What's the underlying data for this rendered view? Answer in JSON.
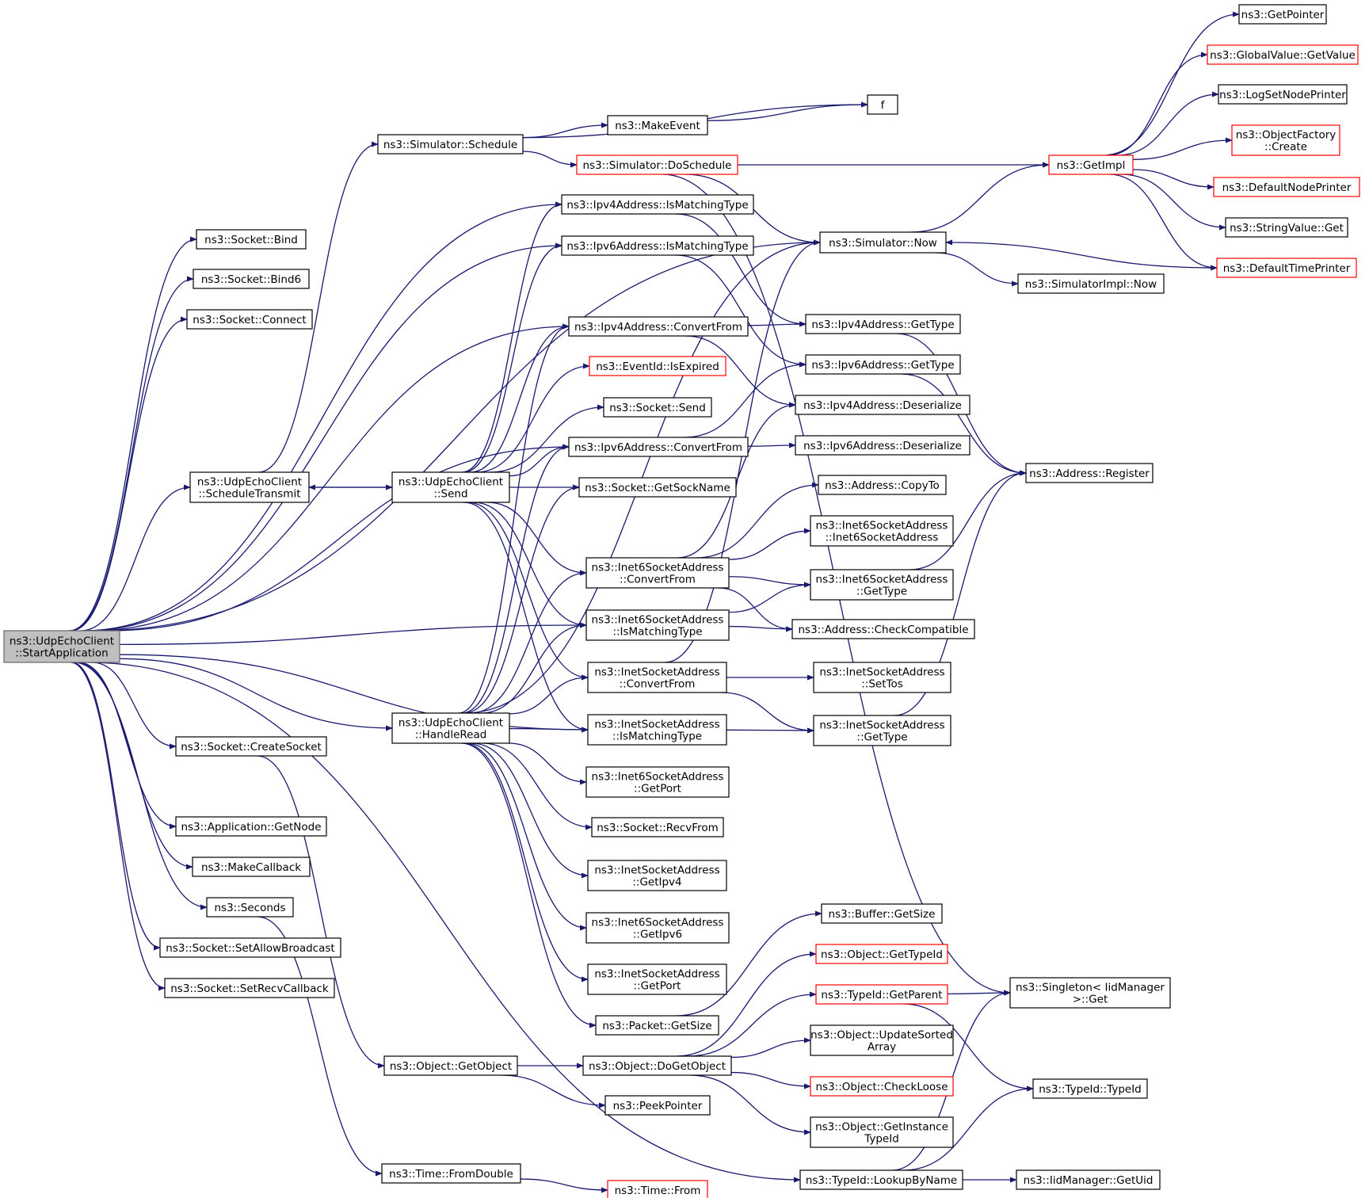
{
  "nodes": [
    {
      "id": "root",
      "label": [
        "ns3::UdpEchoClient",
        "::StartApplication"
      ],
      "style": "root"
    },
    {
      "id": "sched_tx",
      "label": [
        "ns3::UdpEchoClient",
        "::ScheduleTransmit"
      ]
    },
    {
      "id": "send",
      "label": [
        "ns3::UdpEchoClient",
        "::Send"
      ]
    },
    {
      "id": "handle",
      "label": [
        "ns3::UdpEchoClient",
        "::HandleRead"
      ]
    },
    {
      "id": "bind",
      "label": [
        "ns3::Socket::Bind"
      ]
    },
    {
      "id": "bind6",
      "label": [
        "ns3::Socket::Bind6"
      ]
    },
    {
      "id": "connect",
      "label": [
        "ns3::Socket::Connect"
      ]
    },
    {
      "id": "createsock",
      "label": [
        "ns3::Socket::CreateSocket"
      ]
    },
    {
      "id": "getnode",
      "label": [
        "ns3::Application::GetNode"
      ]
    },
    {
      "id": "makecb",
      "label": [
        "ns3::MakeCallback"
      ]
    },
    {
      "id": "seconds",
      "label": [
        "ns3::Seconds"
      ]
    },
    {
      "id": "allowbc",
      "label": [
        "ns3::Socket::SetAllowBroadcast"
      ]
    },
    {
      "id": "recvcb",
      "label": [
        "ns3::Socket::SetRecvCallback"
      ]
    },
    {
      "id": "simsched",
      "label": [
        "ns3::Simulator::Schedule"
      ]
    },
    {
      "id": "f",
      "label": [
        "f"
      ]
    },
    {
      "id": "makeevent",
      "label": [
        "ns3::MakeEvent"
      ]
    },
    {
      "id": "dosched",
      "label": [
        "ns3::Simulator::DoSchedule"
      ],
      "style": "red"
    },
    {
      "id": "v4match",
      "label": [
        "ns3::Ipv4Address::IsMatchingType"
      ]
    },
    {
      "id": "v6match",
      "label": [
        "ns3::Ipv6Address::IsMatchingType"
      ]
    },
    {
      "id": "v4conv",
      "label": [
        "ns3::Ipv4Address::ConvertFrom"
      ]
    },
    {
      "id": "expired",
      "label": [
        "ns3::EventId::IsExpired"
      ],
      "style": "red"
    },
    {
      "id": "socksend",
      "label": [
        "ns3::Socket::Send"
      ]
    },
    {
      "id": "v6conv",
      "label": [
        "ns3::Ipv6Address::ConvertFrom"
      ]
    },
    {
      "id": "getsockname",
      "label": [
        "ns3::Socket::GetSockName"
      ]
    },
    {
      "id": "i6conv",
      "label": [
        "ns3::Inet6SocketAddress",
        "::ConvertFrom"
      ]
    },
    {
      "id": "i6match",
      "label": [
        "ns3::Inet6SocketAddress",
        "::IsMatchingType"
      ]
    },
    {
      "id": "iconv",
      "label": [
        "ns3::InetSocketAddress",
        "::ConvertFrom"
      ]
    },
    {
      "id": "imatch",
      "label": [
        "ns3::InetSocketAddress",
        "::IsMatchingType"
      ]
    },
    {
      "id": "i6port",
      "label": [
        "ns3::Inet6SocketAddress",
        "::GetPort"
      ]
    },
    {
      "id": "recvfrom",
      "label": [
        "ns3::Socket::RecvFrom"
      ]
    },
    {
      "id": "igetipv4",
      "label": [
        "ns3::InetSocketAddress",
        "::GetIpv4"
      ]
    },
    {
      "id": "i6getipv6",
      "label": [
        "ns3::Inet6SocketAddress",
        "::GetIpv6"
      ]
    },
    {
      "id": "iport",
      "label": [
        "ns3::InetSocketAddress",
        "::GetPort"
      ]
    },
    {
      "id": "pktsize",
      "label": [
        "ns3::Packet::GetSize"
      ]
    },
    {
      "id": "getobject",
      "label": [
        "ns3::Object::GetObject"
      ]
    },
    {
      "id": "dogetobject",
      "label": [
        "ns3::Object::DoGetObject"
      ]
    },
    {
      "id": "peek",
      "label": [
        "ns3::PeekPointer"
      ]
    },
    {
      "id": "fromdouble",
      "label": [
        "ns3::Time::FromDouble"
      ]
    },
    {
      "id": "timefrom",
      "label": [
        "ns3::Time::From"
      ],
      "style": "red"
    },
    {
      "id": "now",
      "label": [
        "ns3::Simulator::Now"
      ]
    },
    {
      "id": "v4type",
      "label": [
        "ns3::Ipv4Address::GetType"
      ]
    },
    {
      "id": "v6type",
      "label": [
        "ns3::Ipv6Address::GetType"
      ]
    },
    {
      "id": "v4deser",
      "label": [
        "ns3::Ipv4Address::Deserialize"
      ]
    },
    {
      "id": "v6deser",
      "label": [
        "ns3::Ipv6Address::Deserialize"
      ]
    },
    {
      "id": "copyto",
      "label": [
        "ns3::Address::CopyTo"
      ]
    },
    {
      "id": "i6ctor",
      "label": [
        "ns3::Inet6SocketAddress",
        "::Inet6SocketAddress"
      ]
    },
    {
      "id": "i6type",
      "label": [
        "ns3::Inet6SocketAddress",
        "::GetType"
      ]
    },
    {
      "id": "checkcompat",
      "label": [
        "ns3::Address::CheckCompatible"
      ]
    },
    {
      "id": "settos",
      "label": [
        "ns3::InetSocketAddress",
        "::SetTos"
      ]
    },
    {
      "id": "itype",
      "label": [
        "ns3::InetSocketAddress",
        "::GetType"
      ]
    },
    {
      "id": "bufsize",
      "label": [
        "ns3::Buffer::GetSize"
      ]
    },
    {
      "id": "gettypeid",
      "label": [
        "ns3::Object::GetTypeId"
      ],
      "style": "red"
    },
    {
      "id": "getparent",
      "label": [
        "ns3::TypeId::GetParent"
      ],
      "style": "red"
    },
    {
      "id": "updsorted",
      "label": [
        "ns3::Object::UpdateSorted",
        "Array"
      ]
    },
    {
      "id": "checkloose",
      "label": [
        "ns3::Object::CheckLoose"
      ],
      "style": "red"
    },
    {
      "id": "getinst",
      "label": [
        "ns3::Object::GetInstance",
        "TypeId"
      ]
    },
    {
      "id": "lookup",
      "label": [
        "ns3::TypeId::LookupByName"
      ]
    },
    {
      "id": "getimpl",
      "label": [
        "ns3::GetImpl"
      ],
      "style": "red"
    },
    {
      "id": "implnow",
      "label": [
        "ns3::SimulatorImpl::Now"
      ]
    },
    {
      "id": "register",
      "label": [
        "ns3::Address::Register"
      ]
    },
    {
      "id": "singleton",
      "label": [
        "ns3::Singleton< IidManager",
        ">::Get"
      ]
    },
    {
      "id": "typeid",
      "label": [
        "ns3::TypeId::TypeId"
      ]
    },
    {
      "id": "getuid",
      "label": [
        "ns3::IidManager::GetUid"
      ]
    },
    {
      "id": "getpointer",
      "label": [
        "ns3::GetPointer"
      ]
    },
    {
      "id": "gvget",
      "label": [
        "ns3::GlobalValue::GetValue"
      ],
      "style": "red"
    },
    {
      "id": "lognode",
      "label": [
        "ns3::LogSetNodePrinter"
      ]
    },
    {
      "id": "objfact",
      "label": [
        "ns3::ObjectFactory",
        "::Create"
      ],
      "style": "red"
    },
    {
      "id": "defnode",
      "label": [
        "ns3::DefaultNodePrinter"
      ],
      "style": "red"
    },
    {
      "id": "strget",
      "label": [
        "ns3::StringValue::Get"
      ]
    },
    {
      "id": "deftime",
      "label": [
        "ns3::DefaultTimePrinter"
      ],
      "style": "red"
    }
  ],
  "edges": [
    [
      "root",
      "bind"
    ],
    [
      "root",
      "bind6"
    ],
    [
      "root",
      "connect"
    ],
    [
      "root",
      "createsock"
    ],
    [
      "root",
      "getnode"
    ],
    [
      "root",
      "makecb"
    ],
    [
      "root",
      "seconds"
    ],
    [
      "root",
      "allowbc"
    ],
    [
      "root",
      "recvcb"
    ],
    [
      "root",
      "sched_tx"
    ],
    [
      "root",
      "handle"
    ],
    [
      "root",
      "v4match"
    ],
    [
      "root",
      "v6match"
    ],
    [
      "root",
      "v4conv"
    ],
    [
      "root",
      "v6conv"
    ],
    [
      "root",
      "now"
    ],
    [
      "root",
      "i6match"
    ],
    [
      "root",
      "imatch"
    ],
    [
      "root",
      "lookup"
    ],
    [
      "sched_tx",
      "send"
    ],
    [
      "sched_tx",
      "simsched"
    ],
    [
      "send",
      "sched_tx"
    ],
    [
      "send",
      "v4match"
    ],
    [
      "send",
      "v6match"
    ],
    [
      "send",
      "v4conv"
    ],
    [
      "send",
      "expired"
    ],
    [
      "send",
      "socksend"
    ],
    [
      "send",
      "v6conv"
    ],
    [
      "send",
      "getsockname"
    ],
    [
      "send",
      "i6conv"
    ],
    [
      "send",
      "i6match"
    ],
    [
      "send",
      "iconv"
    ],
    [
      "send",
      "imatch"
    ],
    [
      "handle",
      "now"
    ],
    [
      "handle",
      "v4conv"
    ],
    [
      "handle",
      "v6conv"
    ],
    [
      "handle",
      "getsockname"
    ],
    [
      "handle",
      "i6conv"
    ],
    [
      "handle",
      "i6match"
    ],
    [
      "handle",
      "iconv"
    ],
    [
      "handle",
      "imatch"
    ],
    [
      "handle",
      "i6port"
    ],
    [
      "handle",
      "recvfrom"
    ],
    [
      "handle",
      "igetipv4"
    ],
    [
      "handle",
      "i6getipv6"
    ],
    [
      "handle",
      "iport"
    ],
    [
      "handle",
      "pktsize"
    ],
    [
      "simsched",
      "f"
    ],
    [
      "simsched",
      "makeevent"
    ],
    [
      "simsched",
      "dosched"
    ],
    [
      "makeevent",
      "f"
    ],
    [
      "dosched",
      "getimpl"
    ],
    [
      "dosched",
      "now"
    ],
    [
      "dosched",
      "singleton"
    ],
    [
      "v4match",
      "v4type"
    ],
    [
      "v6match",
      "v6type"
    ],
    [
      "v4conv",
      "v4type"
    ],
    [
      "v4conv",
      "v4deser"
    ],
    [
      "v6conv",
      "v6type"
    ],
    [
      "v6conv",
      "v6deser"
    ],
    [
      "i6conv",
      "copyto"
    ],
    [
      "i6conv",
      "v4deser"
    ],
    [
      "i6conv",
      "i6ctor"
    ],
    [
      "i6conv",
      "i6type"
    ],
    [
      "i6conv",
      "checkcompat"
    ],
    [
      "i6match",
      "i6type"
    ],
    [
      "i6match",
      "checkcompat"
    ],
    [
      "iconv",
      "now"
    ],
    [
      "iconv",
      "settos"
    ],
    [
      "iconv",
      "itype"
    ],
    [
      "imatch",
      "itype"
    ],
    [
      "createsock",
      "getobject"
    ],
    [
      "seconds",
      "fromdouble"
    ],
    [
      "fromdouble",
      "timefrom"
    ],
    [
      "getobject",
      "dogetobject"
    ],
    [
      "getobject",
      "peek"
    ],
    [
      "pktsize",
      "bufsize"
    ],
    [
      "dogetobject",
      "gettypeid"
    ],
    [
      "dogetobject",
      "getparent"
    ],
    [
      "dogetobject",
      "updsorted"
    ],
    [
      "dogetobject",
      "checkloose"
    ],
    [
      "dogetobject",
      "getinst"
    ],
    [
      "getparent",
      "singleton"
    ],
    [
      "getparent",
      "typeid"
    ],
    [
      "lookup",
      "singleton"
    ],
    [
      "lookup",
      "typeid"
    ],
    [
      "lookup",
      "getuid"
    ],
    [
      "now",
      "getimpl"
    ],
    [
      "now",
      "implnow"
    ],
    [
      "getimpl",
      "getpointer"
    ],
    [
      "getimpl",
      "gvget"
    ],
    [
      "getimpl",
      "lognode"
    ],
    [
      "getimpl",
      "objfact"
    ],
    [
      "getimpl",
      "defnode"
    ],
    [
      "getimpl",
      "strget"
    ],
    [
      "getimpl",
      "deftime"
    ],
    [
      "deftime",
      "now"
    ],
    [
      "v4type",
      "register"
    ],
    [
      "v6type",
      "register"
    ],
    [
      "i6type",
      "register"
    ],
    [
      "itype",
      "register"
    ]
  ]
}
